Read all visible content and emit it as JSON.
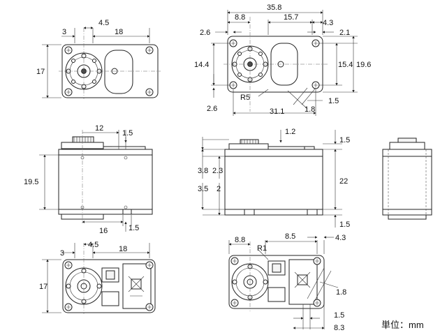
{
  "unit_label": "単位：mm",
  "top_view_left": {
    "dims": [
      "3",
      "4.5",
      "18",
      "17"
    ]
  },
  "top_view_right": {
    "dims": [
      "35.8",
      "8.8",
      "15.7",
      "4.3",
      "2.6",
      "2.1",
      "14.4",
      "15.4",
      "19.6",
      "R5",
      "2.6",
      "31.1",
      "1.8",
      "1.5"
    ]
  },
  "side_view_left": {
    "dims": [
      "12",
      "1.5",
      "19.5",
      "16",
      "1.5"
    ]
  },
  "side_view_center": {
    "dims": [
      "1.2",
      "1.5",
      "3.8",
      "2.3",
      "22",
      "3.5",
      "2",
      "1.5"
    ]
  },
  "bottom_view_left": {
    "dims": [
      "3",
      "4.5",
      "18",
      "17"
    ]
  },
  "bottom_view_right": {
    "dims": [
      "8.8",
      "8.5",
      "4.3",
      "R1",
      "1.8",
      "1.5",
      "8.3"
    ]
  }
}
